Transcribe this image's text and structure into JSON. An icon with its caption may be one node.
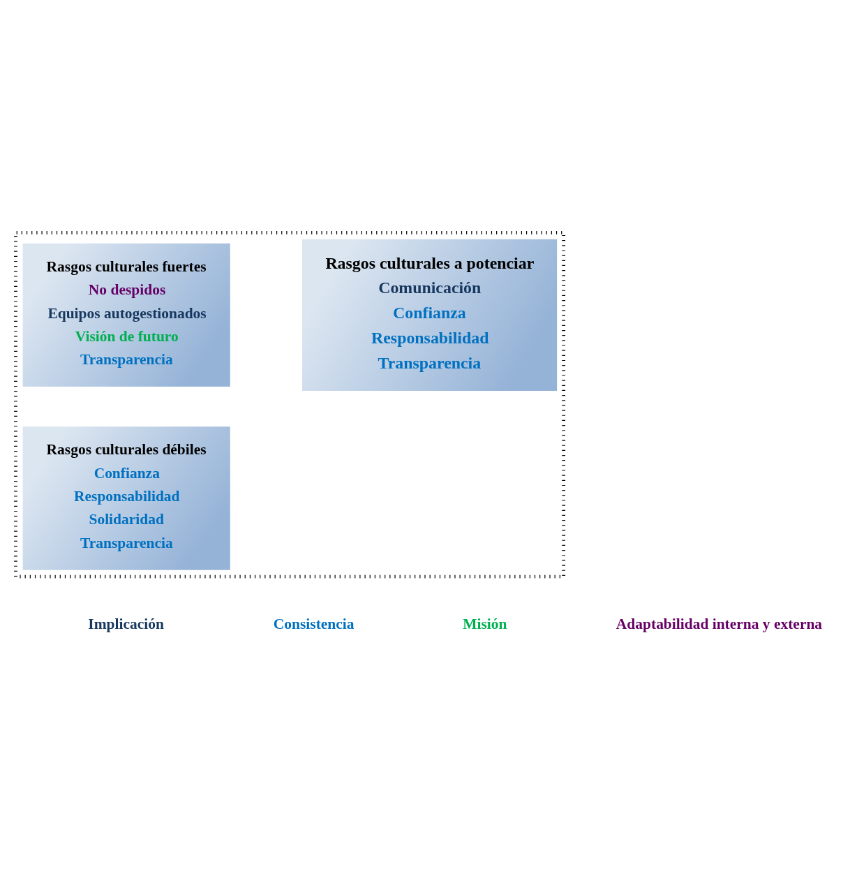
{
  "diagram": {
    "nodes": [
      {
        "text": [],
        "shape": "box"
      },
      {
        "text": [
          "Rasgos culturales fuertes",
          "No despidos",
          "Equipos autogestionados",
          "Visión de futuro",
          "Transparencia"
        ],
        "in": 0
      },
      {
        "text": [
          "Rasgos culturales a potenciar",
          "Comunicación",
          "Confianza",
          "Responsabilidad",
          "Transparencia"
        ],
        "in": 0
      },
      {
        "text": [
          "Rasgos culturales débiles",
          "Confianza",
          "Responsabilidad",
          "Solidaridad",
          "Transparencia"
        ],
        "in": 0
      }
    ],
    "legend": [
      {
        "text": "Implicación",
        "color": "#17375e"
      },
      {
        "text": "Consistencia",
        "color": "#0070c0"
      },
      {
        "text": "Misión",
        "color": "#00b050"
      },
      {
        "text": "Adaptabilidad interna y externa",
        "color": "#660066"
      }
    ]
  }
}
